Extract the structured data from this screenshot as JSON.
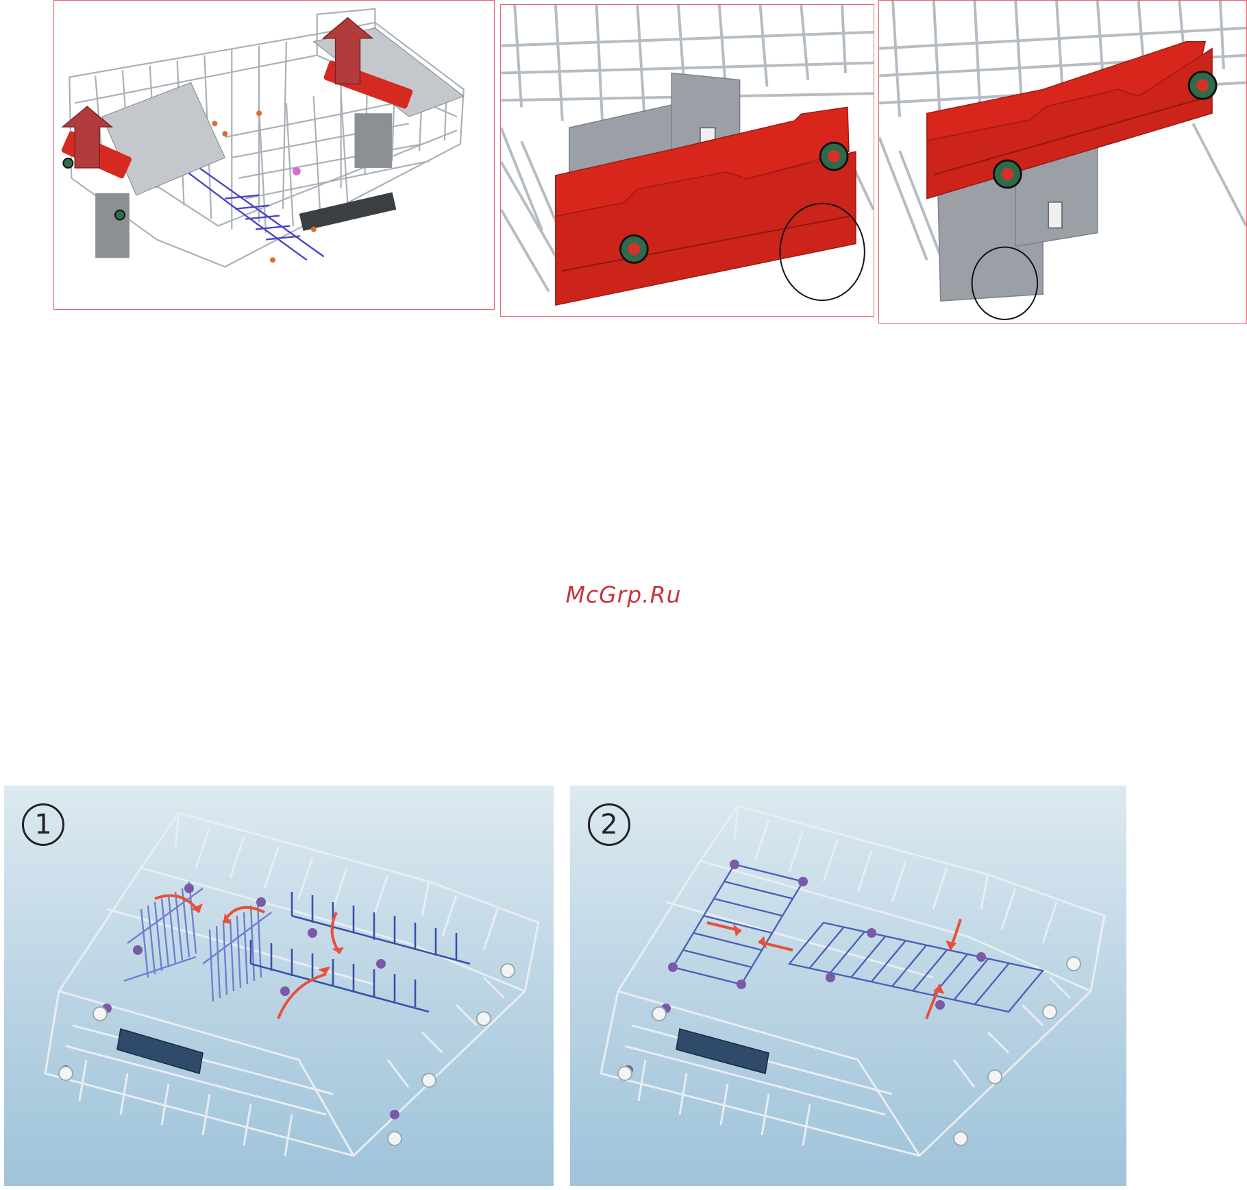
{
  "watermark": {
    "text": "McGrp.Ru"
  },
  "step_one": {
    "number": "1"
  },
  "step_two": {
    "number": "2"
  }
}
